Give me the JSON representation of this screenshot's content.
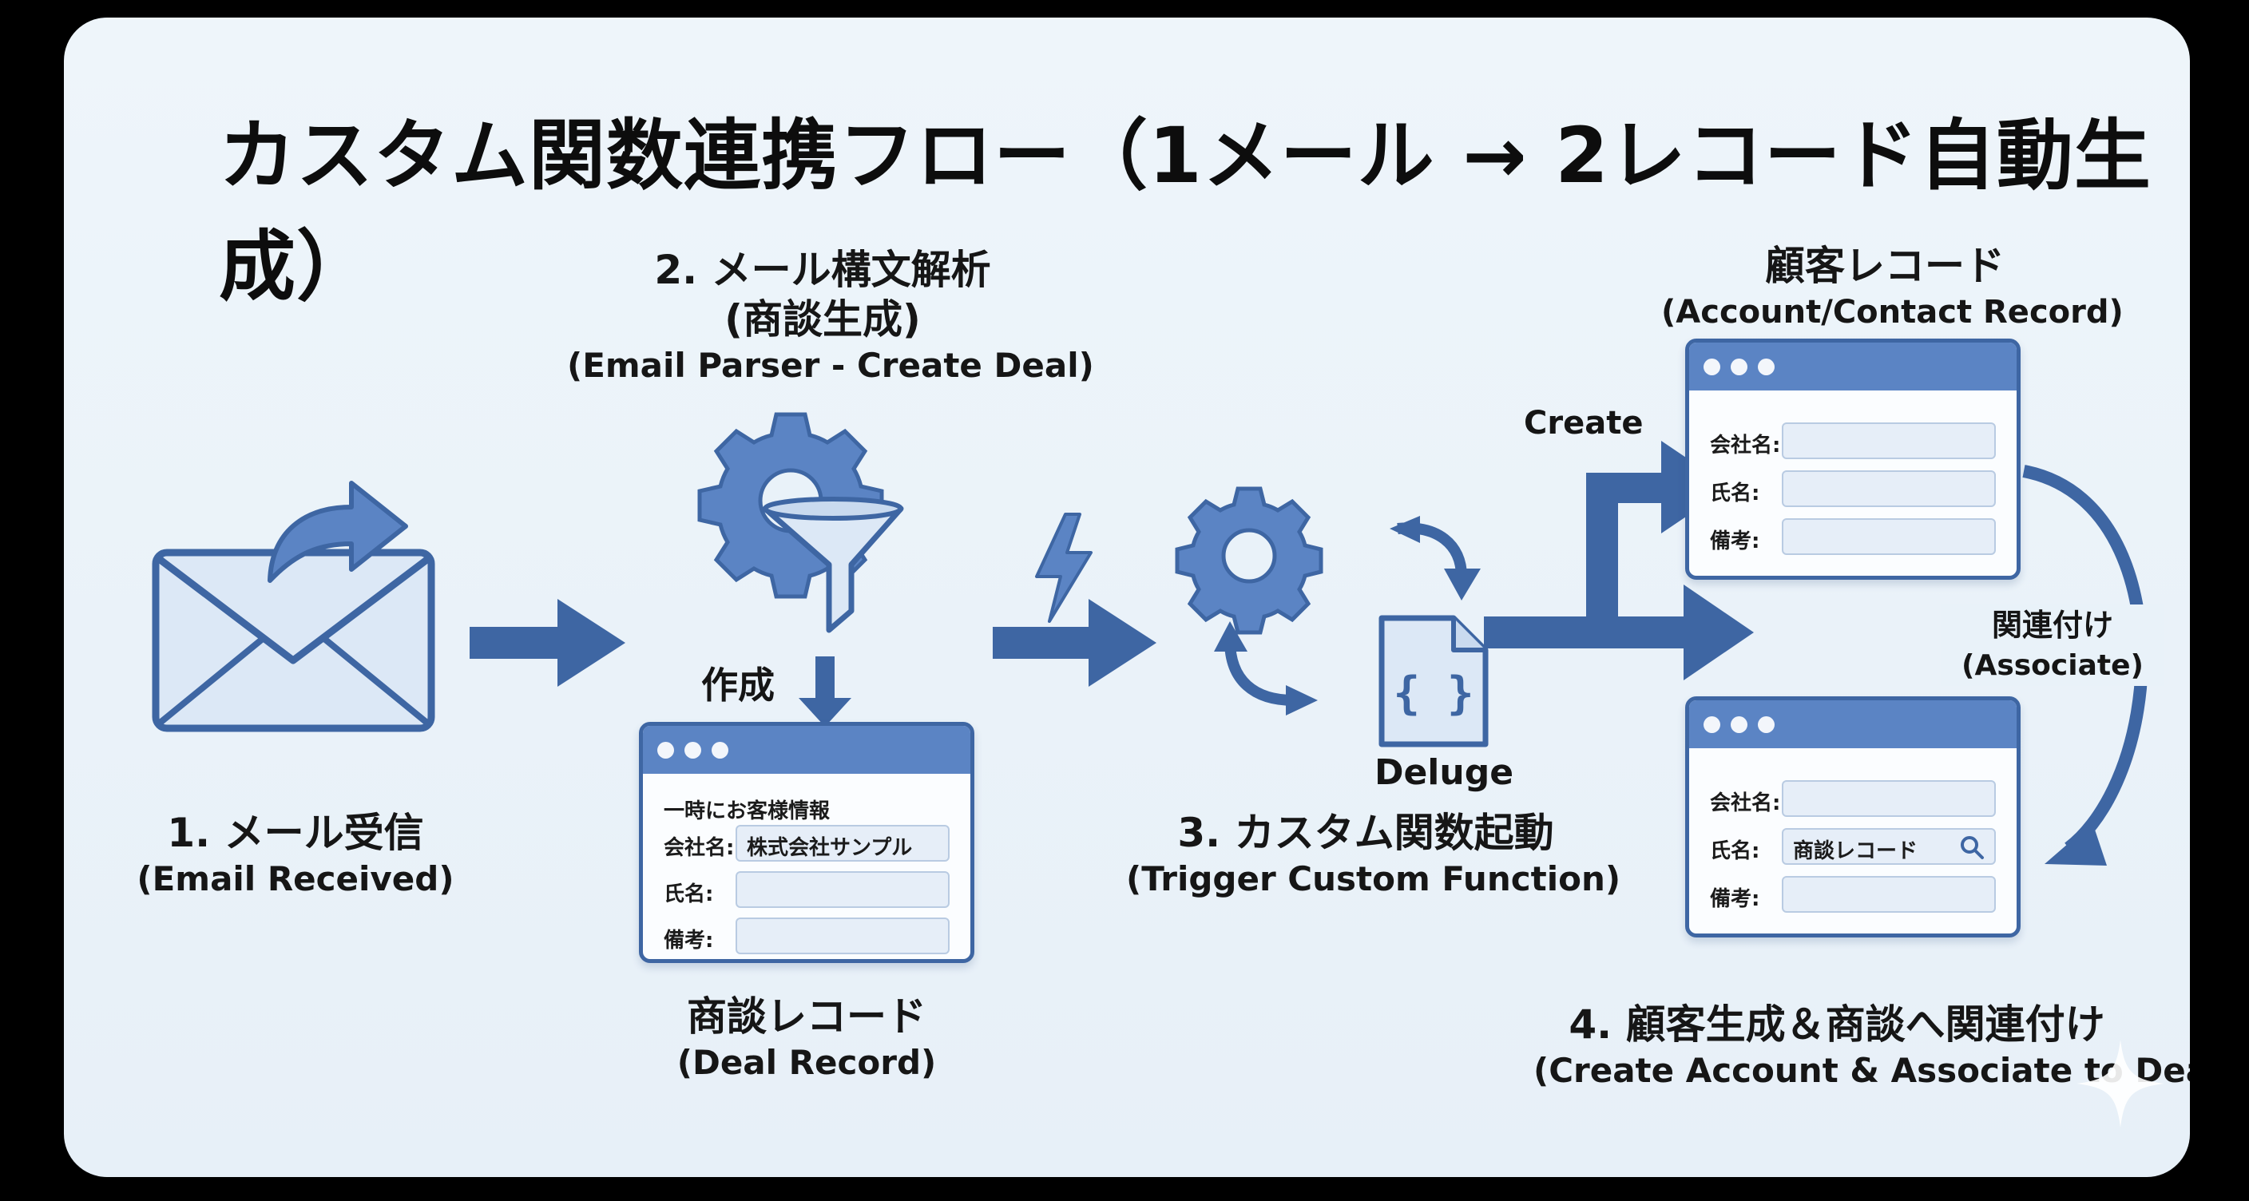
{
  "title": "カスタム関数連携フロー（1メール → 2レコード自動生成）",
  "colors": {
    "primary": "#3e66a3",
    "accent": "#5b84c4",
    "fill": "#dce8f6",
    "background": "#e9f2f9"
  },
  "steps": {
    "step1": {
      "jp": "1. メール受信",
      "en": "(Email Received)",
      "icon": "email-forward-icon"
    },
    "step2": {
      "jp": "2. メール構文解析",
      "jp2": "(商談生成)",
      "en": "(Email Parser - Create Deal)",
      "icon": "gear-funnel-icon"
    },
    "step3": {
      "jp": "3. カスタム関数起動",
      "en": "(Trigger Custom Function)",
      "icon": "gear-code-icon",
      "deluge": "Deluge"
    },
    "step4": {
      "jp": "4. 顧客生成＆商談へ関連付け",
      "en": "(Create Account & Associate to Deal)"
    }
  },
  "labels": {
    "create_jp": "作成",
    "create_en": "Create",
    "associate_jp": "関連付け",
    "associate_en": "(Associate)"
  },
  "deal_window": {
    "caption_jp": "商談レコード",
    "caption_en": "(Deal Record)",
    "note": "一時にお客様情報",
    "fields": [
      {
        "label": "会社名:",
        "value": "株式会社サンプル"
      },
      {
        "label": "氏名:",
        "value": ""
      },
      {
        "label": "備考:",
        "value": ""
      }
    ]
  },
  "account_window": {
    "caption_jp": "顧客レコード",
    "caption_en": "(Account/Contact Record)",
    "fields": [
      {
        "label": "会社名:",
        "value": ""
      },
      {
        "label": "氏名:",
        "value": ""
      },
      {
        "label": "備考:",
        "value": ""
      }
    ]
  },
  "assoc_window": {
    "fields": [
      {
        "label": "会社名:",
        "value": ""
      },
      {
        "label": "氏名:",
        "value": "商談レコード"
      },
      {
        "label": "備考:",
        "value": ""
      }
    ]
  }
}
